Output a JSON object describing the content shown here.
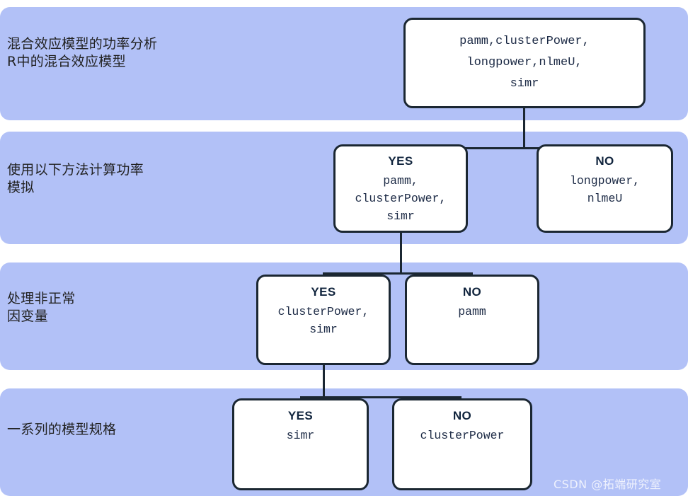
{
  "figure": {
    "title": "Power analysis for mixed effects models decision tree",
    "band_color": "#b2c1f7",
    "node_border_color": "#1b2732",
    "node_fill_color": "#ffffff",
    "mono_text_color": "#1d2b46"
  },
  "bands": [
    {
      "label": "混合效应模型的功率分析\nR中的混合效应模型"
    },
    {
      "label": "使用以下方法计算功率\n模拟"
    },
    {
      "label": "处理非正常\n因变量"
    },
    {
      "label": "一系列的模型规格"
    }
  ],
  "nodes": {
    "root": {
      "title": "",
      "body": "pamm,clusterPower,\nlongpower,nlmeU,\nsimr"
    },
    "level2_yes": {
      "title": "YES",
      "body": "pamm,\nclusterPower,\nsimr"
    },
    "level2_no": {
      "title": "NO",
      "body": "longpower,\nnlmeU"
    },
    "level3_yes": {
      "title": "YES",
      "body": "clusterPower,\nsimr"
    },
    "level3_no": {
      "title": "NO",
      "body": "pamm"
    },
    "level4_yes": {
      "title": "YES",
      "body": "simr"
    },
    "level4_no": {
      "title": "NO",
      "body": "clusterPower"
    }
  },
  "watermark": {
    "text": "CSDN @拓端研究室"
  }
}
